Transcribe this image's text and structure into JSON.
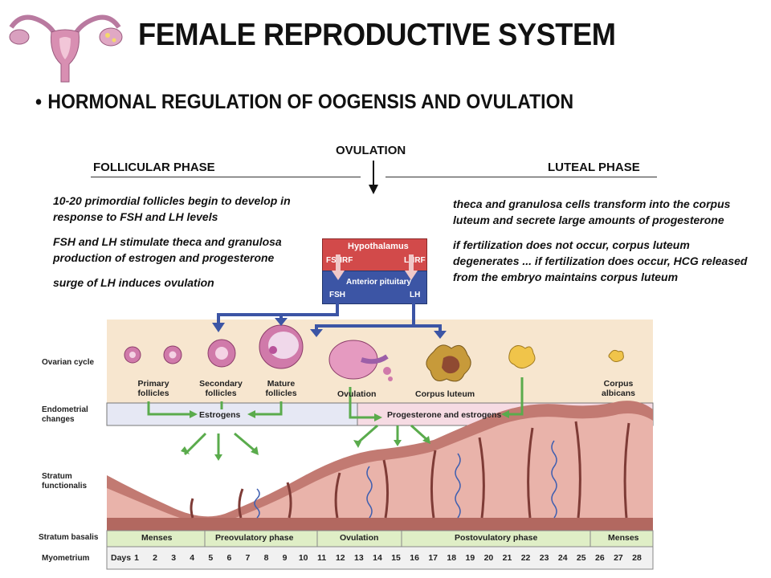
{
  "slide": {
    "title": "FEMALE REPRODUCTIVE SYSTEM",
    "subtitle_bullet": "•",
    "subtitle": "HORMONAL REGULATION OF OOGENSIS AND OVULATION"
  },
  "timeline": {
    "ovulation_label": "OVULATION",
    "follicular_label": "FOLLICULAR PHASE",
    "luteal_label": "LUTEAL PHASE"
  },
  "follicular_notes": [
    "10-20 primordial follicles begin to develop in response to FSH and LH levels",
    "FSH and LH stimulate theca and granulosa production of estrogen and progesterone",
    "surge of LH induces ovulation"
  ],
  "luteal_notes": [
    "theca and granulosa cells transform into the corpus luteum and secrete large amounts of progesterone",
    "if fertilization does not occur, corpus luteum degenerates ... if fertilization does occur, HCG released from the embryo maintains corpus luteum"
  ],
  "hormone_box": {
    "hypothalamus": "Hypothalamus",
    "fshrf": "FSHRF",
    "lhrf": "LHRF",
    "pituitary": "Anterior pituitary",
    "fsh": "FSH",
    "lh": "LH",
    "colors": {
      "red": "#d24a4a",
      "blue": "#3c55a5"
    }
  },
  "diagram": {
    "side_labels": {
      "ovarian_cycle": "Ovarian cycle",
      "endometrial_changes": "Endometrial changes",
      "stratum_functionalis": "Stratum functionalis",
      "stratum_basalis": "Stratum basalis",
      "myometrium": "Myometrium"
    },
    "stages": {
      "primary": "Primary follicles",
      "secondary": "Secondary follicles",
      "mature": "Mature follicles",
      "ovulation": "Ovulation",
      "corpus_luteum": "Corpus luteum",
      "corpus_albicans": "Corpus albicans"
    },
    "estrogens": "Estrogens",
    "prog_estrogens": "Progesterone and estrogens",
    "phase_bar": {
      "menses": "Menses",
      "preovulatory": "Preovulatory phase",
      "ovulation": "Ovulation",
      "postovulatory": "Postovulatory phase",
      "menses_end": "Menses"
    },
    "days_label": "Days",
    "days": [
      "1",
      "2",
      "3",
      "4",
      "5",
      "6",
      "7",
      "8",
      "9",
      "10",
      "11",
      "12",
      "13",
      "14",
      "15",
      "16",
      "17",
      "18",
      "19",
      "20",
      "21",
      "22",
      "23",
      "24",
      "25",
      "26",
      "27",
      "28"
    ],
    "colors": {
      "ovary_band": "#f7e6cf",
      "tissue": "#c27a72",
      "tissue_light": "#e9b3aa",
      "phase_bar": "#dfeec6",
      "green_arrow": "#5aab4c",
      "blue_arrow": "#3c55a5",
      "follicle": "#d07aaa",
      "corpus_luteum": "#c79a3a"
    }
  }
}
